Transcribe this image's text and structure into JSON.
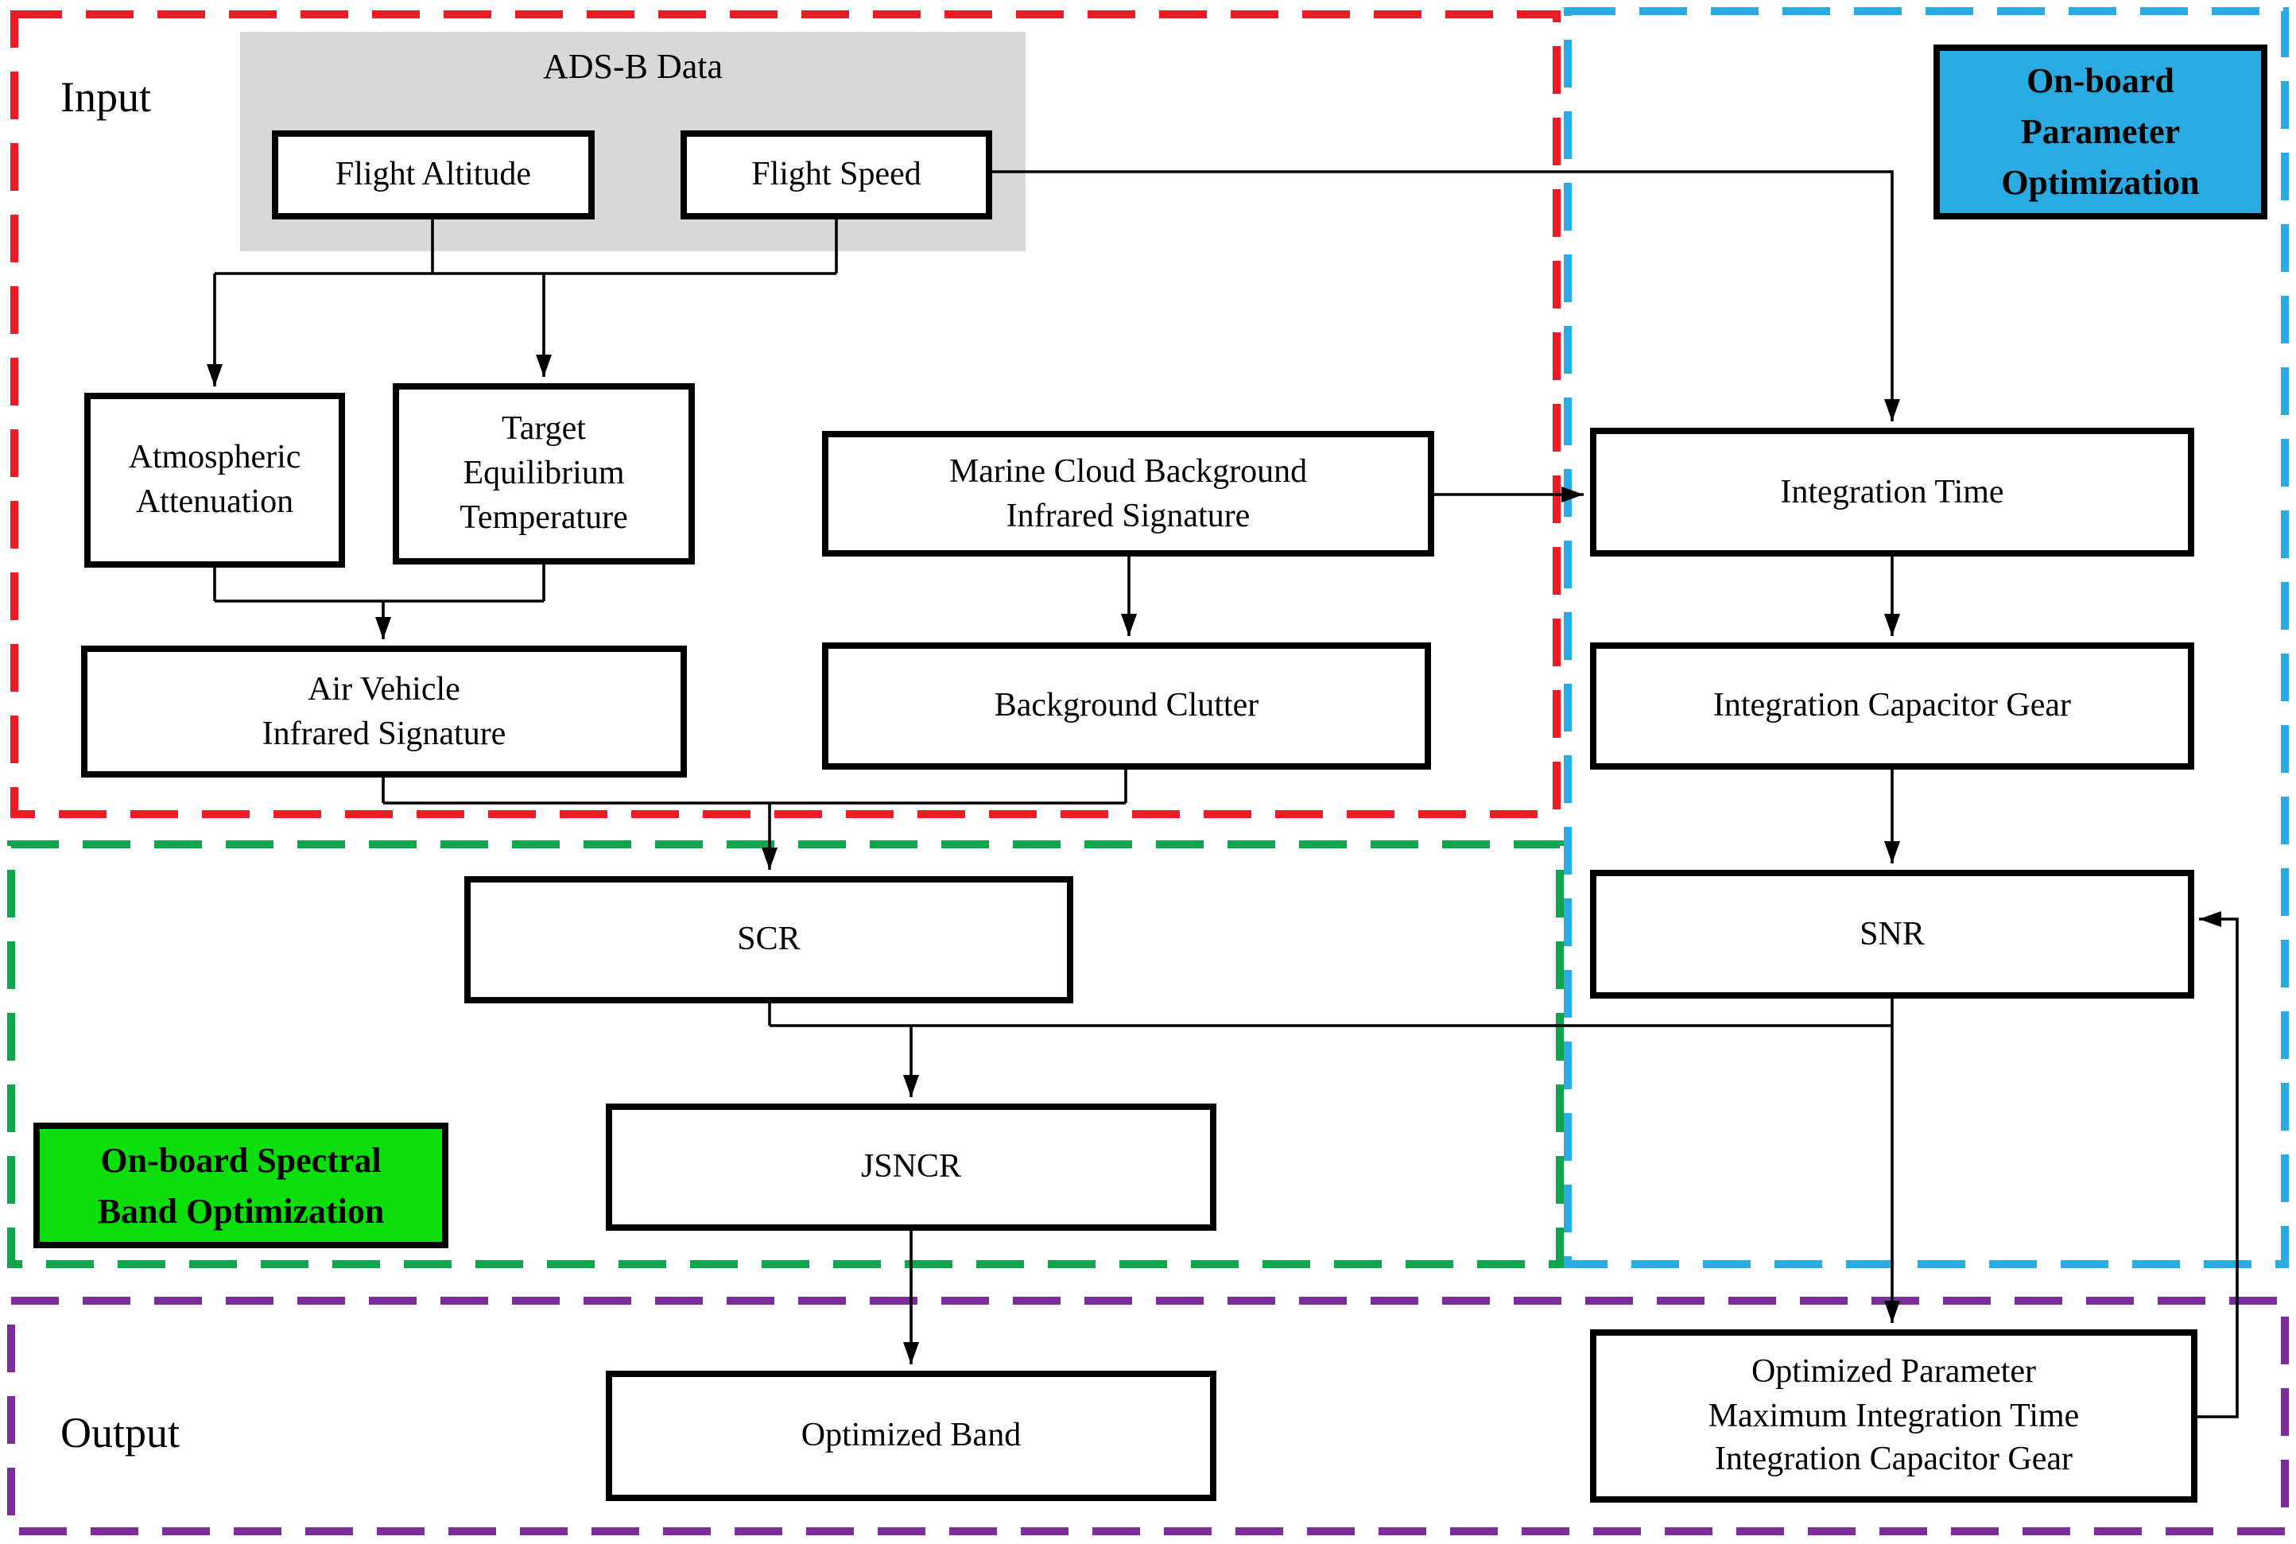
{
  "figure": {
    "type": "flowchart",
    "description": "On-board spectral band and parameter optimization flow diagram"
  },
  "regions": {
    "input": {
      "label": "Input",
      "border_color": "#EC1C24"
    },
    "output": {
      "label": "Output",
      "border_color": "#7D2C9C"
    },
    "on_board_spectral": {
      "label": "On-board Spectral\nBand Optimization",
      "border_color": "#0DA64D",
      "fill_color": "#0BDE0B"
    },
    "on_board_parameter": {
      "label": "On-board\nParameter\nOptimization",
      "border_color": "#29ABE2",
      "fill_color": "#29ABE2"
    }
  },
  "panel": {
    "label": "ADS-B Data",
    "fill_color": "#d8d8d8"
  },
  "nodes": {
    "flight_altitude": {
      "label": "Flight Altitude"
    },
    "flight_speed": {
      "label": "Flight Speed"
    },
    "atmospheric": {
      "label": "Atmospheric\nAttenuation"
    },
    "target": {
      "label": "Target\nEquilibrium\nTemperature"
    },
    "marine": {
      "label": "Marine Cloud Background\nInfrared Signature"
    },
    "air_vehicle": {
      "label": "Air Vehicle\nInfrared Signature"
    },
    "background_clutter": {
      "label": "Background Clutter"
    },
    "scr": {
      "label": "SCR"
    },
    "jsncr": {
      "label": "JSNCR"
    },
    "optimized_band": {
      "label": "Optimized Band"
    },
    "integration_time": {
      "label": "Integration Time"
    },
    "integration_capacitor_gear": {
      "label": "Integration Capacitor Gear"
    },
    "snr": {
      "label": "SNR"
    },
    "optimized_parameter": {
      "label": "Optimized Parameter\nMaximum Integration Time\nIntegration Capacitor Gear"
    }
  },
  "connections": [
    {
      "from": "Flight Altitude",
      "to": "Atmospheric Attenuation"
    },
    {
      "from": "Flight Altitude",
      "to": "Target Equilibrium Temperature"
    },
    {
      "from": "Flight Speed",
      "to": "Atmospheric Attenuation"
    },
    {
      "from": "Flight Speed",
      "to": "Target Equilibrium Temperature"
    },
    {
      "from": "Flight Speed",
      "to": "Integration Time"
    },
    {
      "from": "Atmospheric Attenuation",
      "to": "Air Vehicle Infrared Signature"
    },
    {
      "from": "Target Equilibrium Temperature",
      "to": "Air Vehicle Infrared Signature"
    },
    {
      "from": "Marine Cloud Background Infrared Signature",
      "to": "Background Clutter"
    },
    {
      "from": "Marine Cloud Background Infrared Signature",
      "to": "Integration Time"
    },
    {
      "from": "Air Vehicle Infrared Signature",
      "to": "SCR"
    },
    {
      "from": "Background Clutter",
      "to": "SCR"
    },
    {
      "from": "SCR",
      "to": "JSNCR"
    },
    {
      "from": "Integration Time",
      "to": "Integration Capacitor Gear"
    },
    {
      "from": "Integration Capacitor Gear",
      "to": "SNR"
    },
    {
      "from": "SNR",
      "to": "JSNCR"
    },
    {
      "from": "JSNCR",
      "to": "Optimized Band"
    },
    {
      "from": "SNR",
      "to": "Optimized Parameter"
    },
    {
      "from": "Optimized Parameter",
      "to": "SNR",
      "type": "feedback"
    }
  ]
}
